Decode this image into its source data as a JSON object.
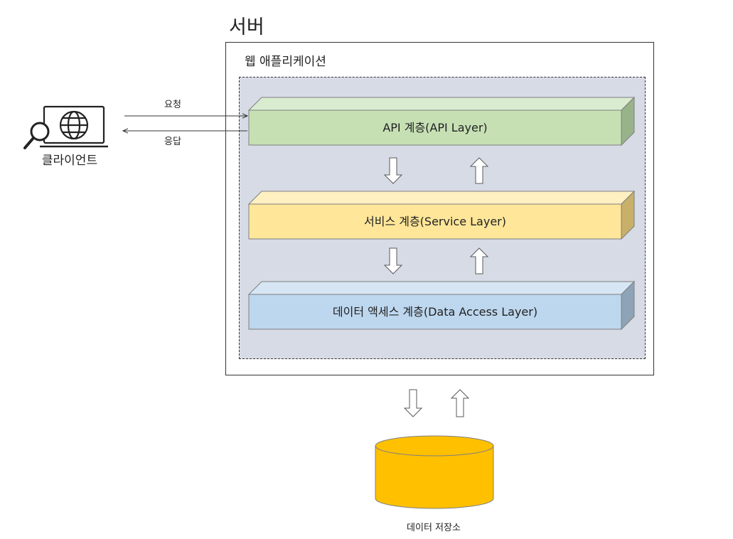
{
  "server": {
    "title": "서버"
  },
  "web_app": {
    "title": "웹 애플리케이션"
  },
  "layers": [
    {
      "label": "API 계층(API Layer)",
      "front": "#c6e0b4",
      "top": "#d9ecd0",
      "side": "#98b38a"
    },
    {
      "label": "서비스 계층(Service Layer)",
      "front": "#ffe699",
      "top": "#fff0c2",
      "side": "#c8b06a"
    },
    {
      "label": "데이터 액세스 계층(Data Access Layer)",
      "front": "#bdd7ee",
      "top": "#d6e6f5",
      "side": "#8fa3b7"
    }
  ],
  "client": {
    "label": "클라이언트",
    "icon": "laptop-globe-search-icon"
  },
  "request": {
    "label": "요청"
  },
  "response": {
    "label": "응답"
  },
  "datastore": {
    "label": "데이터 저장소",
    "fill": "#ffc000",
    "stroke": "#7f7f7f"
  }
}
